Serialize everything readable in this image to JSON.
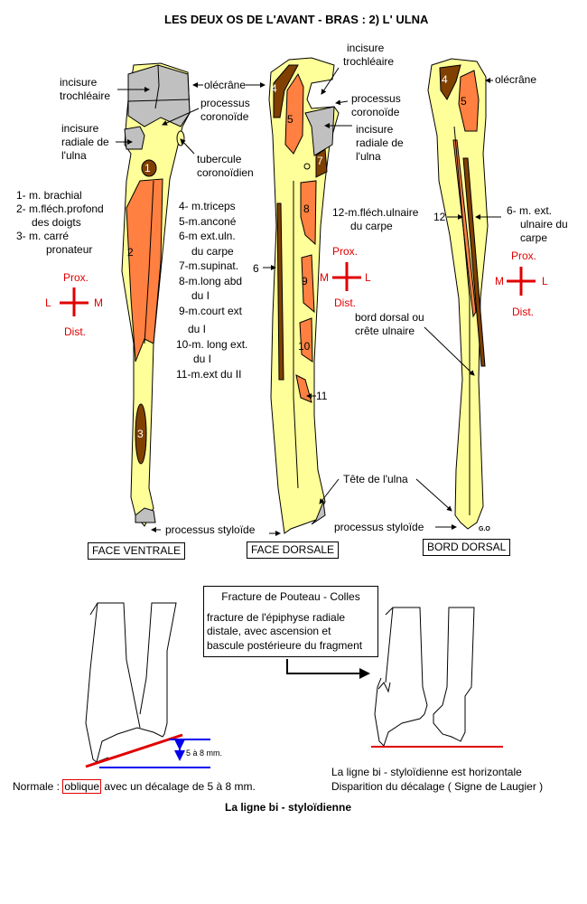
{
  "title": "LES DEUX OS DE L'AVANT - BRAS  :   2)   L' ULNA",
  "colors": {
    "bone": "#ffff99",
    "cartilage": "#c0c0c0",
    "muscle_orange": "#ff8040",
    "muscle_brown": "#804000",
    "accent_red": "#e00000",
    "blue": "#0000ee"
  },
  "views": {
    "ventrale": {
      "caption": "FACE VENTRALE"
    },
    "dorsale": {
      "caption": "FACE DORSALE"
    },
    "bord": {
      "caption": "BORD DORSAL"
    }
  },
  "labels": {
    "incisure_trochleaire_l1": "incisure",
    "incisure_trochleaire_l2": "trochléaire",
    "olecrane": "olécrâne",
    "processus_coronoide_l1": "processus",
    "processus_coronoide_l2": "coronoïde",
    "incisure_radiale_l1": "incisure",
    "incisure_radiale_l2": "radiale de",
    "incisure_radiale_l3": "l'ulna",
    "tubercule_l1": "tubercule",
    "tubercule_l2": "coronoïdien",
    "processus_styloide": "processus styloïde",
    "tete_ulna": "Tête de l'ulna",
    "bord_dorsal_l1": "bord dorsal ou",
    "bord_dorsal_l2": "crête ulnaire",
    "signature": "G.O"
  },
  "muscle_numbers": [
    "1",
    "2",
    "3",
    "4",
    "5",
    "6",
    "7",
    "8",
    "9",
    "10",
    "11",
    "12"
  ],
  "legend_ventral": [
    "1- m. brachial",
    "2- m.fléch.profond",
    "des doigts",
    "3- m. carré",
    "pronateur"
  ],
  "legend_dorsal": [
    "4- m.triceps",
    "5-m.anconé",
    "6-m ext.uln.",
    "du carpe",
    "7-m.supinat.",
    "8-m.long abd",
    "du I",
    "9-m.court ext",
    "du I",
    "10-m. long  ext.",
    "du I",
    "11-m.ext du II"
  ],
  "legend_12": [
    "12-m.fléch.ulnaire",
    "du carpe"
  ],
  "legend_6_bord": [
    "6- m. ext.",
    "ulnaire du",
    "carpe"
  ],
  "orientation": {
    "prox": "Prox.",
    "dist": "Dist.",
    "l": "L",
    "m": "M"
  },
  "fracture": {
    "box_title": "Fracture de Pouteau - Colles",
    "box_lines": [
      "fracture de l'épiphyse radiale",
      "distale, avec ascension et",
      "bascule postérieure du fragment"
    ],
    "offset_label": "5 à 8 mm.",
    "normal_prefix": "Normale :",
    "normal_highlight": "oblique",
    "normal_suffix": "avec un décalage de 5 à 8 mm.",
    "fracture_lines": [
      "La ligne bi - styloïdienne est horizontale",
      "Disparition du décalage ( Signe de Laugier )"
    ],
    "caption": "La ligne bi - styloïdienne"
  }
}
